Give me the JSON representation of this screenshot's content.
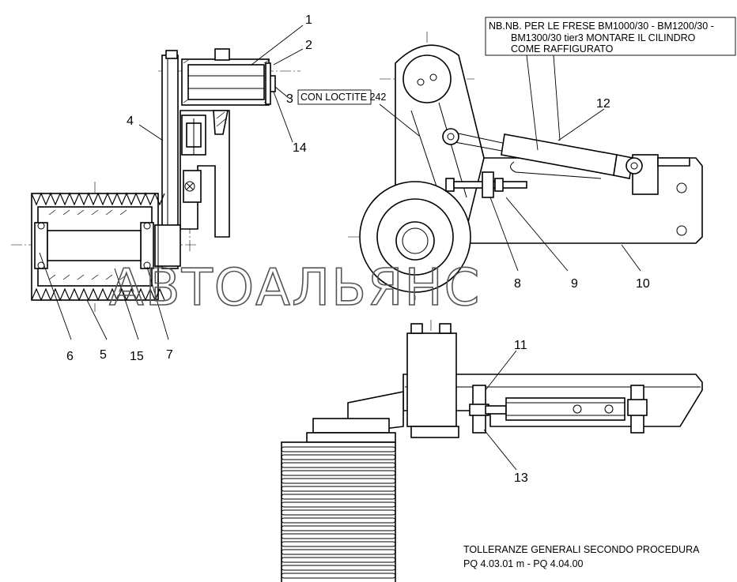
{
  "callouts": [
    "1",
    "2",
    "3",
    "4",
    "5",
    "6",
    "7",
    "8",
    "9",
    "10",
    "11",
    "12",
    "13",
    "14",
    "15"
  ],
  "loctite_note": "CON LOCTITE 242",
  "nb_note": {
    "line1": "NB.NB. PER LE FRESE BM1000/30 - BM1200/30 -",
    "line2": "BM1300/30 tier3 MONTARE IL CILINDRO",
    "line3": "COME RAFFIGURATO"
  },
  "tolerance_note": {
    "line1": "TOLLERANZE GENERALI SECONDO PROCEDURA",
    "line2": "PQ 4.03.01 m - PQ 4.04.00"
  },
  "watermark": "АВТОАЛЬЯНС"
}
